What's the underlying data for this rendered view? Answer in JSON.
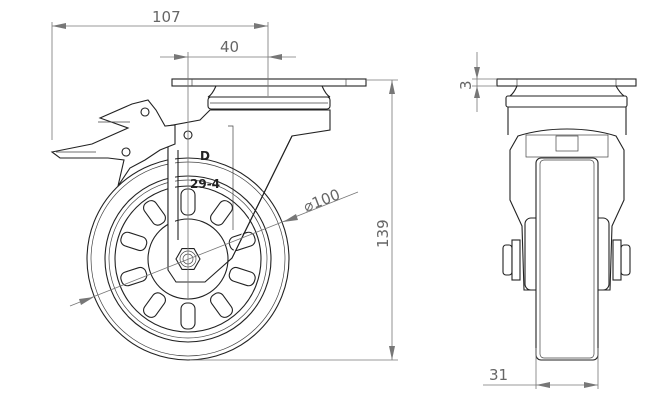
{
  "drawing": {
    "dimensions": {
      "overall_length": "107",
      "offset": "40",
      "wheel_diameter": "⌀100",
      "overall_height": "139",
      "plate_thickness": "3",
      "wheel_width": "31"
    },
    "markings": {
      "model_code": "29-4",
      "logo": "D"
    }
  }
}
